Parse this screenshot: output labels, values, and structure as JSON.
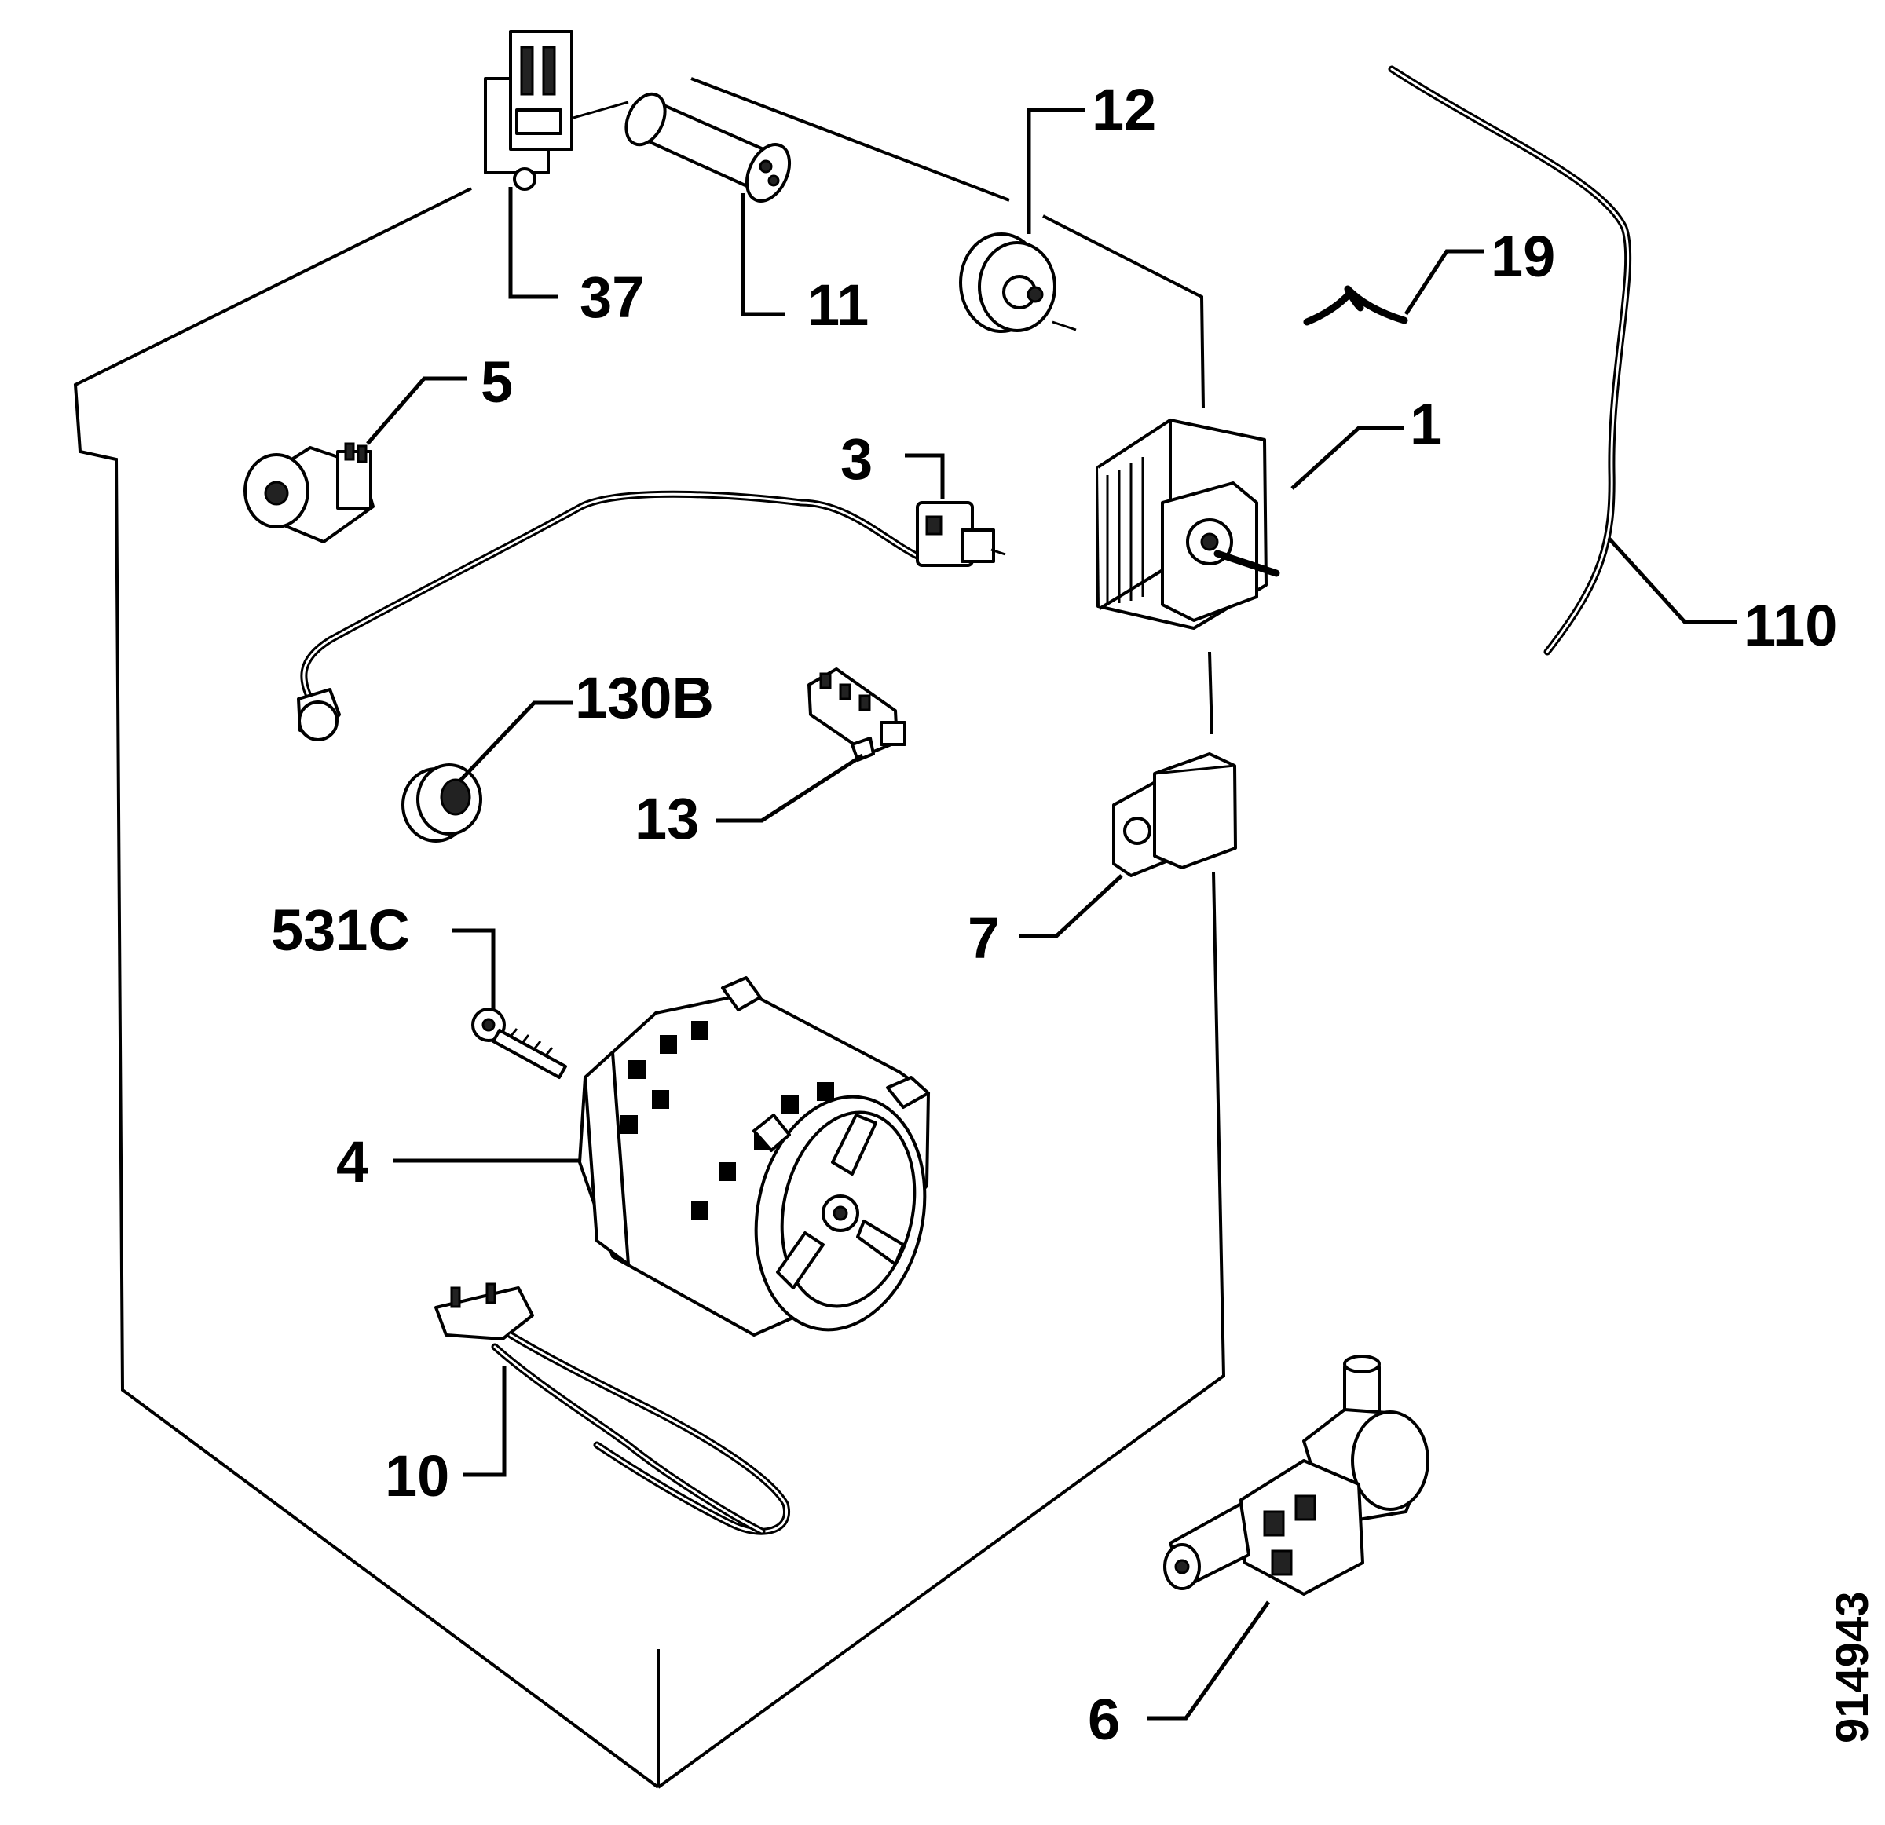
{
  "diagram_code": "914943",
  "parts": [
    {
      "key": "p37",
      "label": "37",
      "icon": "terminal-block-icon"
    },
    {
      "key": "p11",
      "label": "11",
      "icon": "capacitor-icon"
    },
    {
      "key": "p12",
      "label": "12",
      "icon": "pressure-switch-icon"
    },
    {
      "key": "p19",
      "label": "19",
      "icon": "clip-icon"
    },
    {
      "key": "p110",
      "label": "110",
      "icon": "wire-icon"
    },
    {
      "key": "p5",
      "label": "5",
      "icon": "door-interlock-icon"
    },
    {
      "key": "p3",
      "label": "3",
      "icon": "thermostat-icon"
    },
    {
      "key": "p1",
      "label": "1",
      "icon": "timer-icon"
    },
    {
      "key": "p130b",
      "label": "130B",
      "icon": "grommet-icon"
    },
    {
      "key": "p13",
      "label": "13",
      "icon": "connector-icon"
    },
    {
      "key": "p7",
      "label": "7",
      "icon": "suppressor-icon"
    },
    {
      "key": "p531c",
      "label": "531C",
      "icon": "screw-icon"
    },
    {
      "key": "p4",
      "label": "4",
      "icon": "motor-icon"
    },
    {
      "key": "p10",
      "label": "10",
      "icon": "heating-element-icon"
    },
    {
      "key": "p6",
      "label": "6",
      "icon": "drain-pump-icon"
    }
  ]
}
